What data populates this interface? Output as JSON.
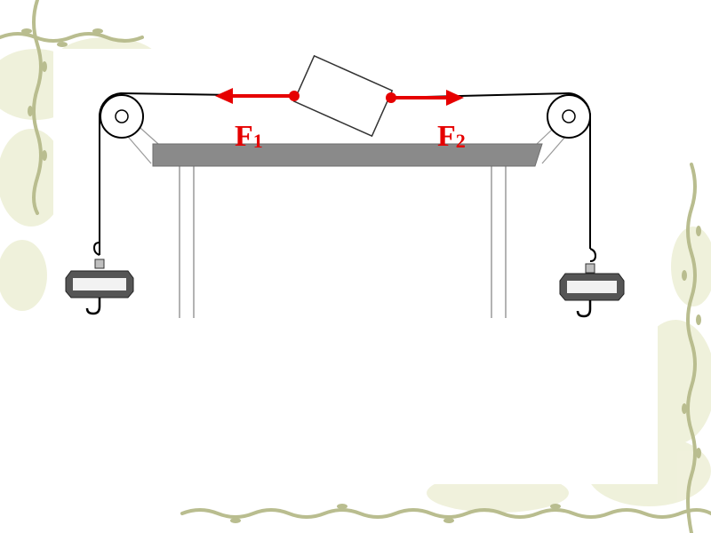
{
  "labels": {
    "force_left": "F",
    "force_left_sub": "1",
    "force_right": "F",
    "force_right_sub": "2"
  },
  "colors": {
    "background": "#ffffff",
    "vine": "#b9bd8f",
    "leaf_wash": "#eef0d8",
    "force_arrow": "#e60000",
    "table_top": "#8a8a8a",
    "string": "#000000"
  }
}
